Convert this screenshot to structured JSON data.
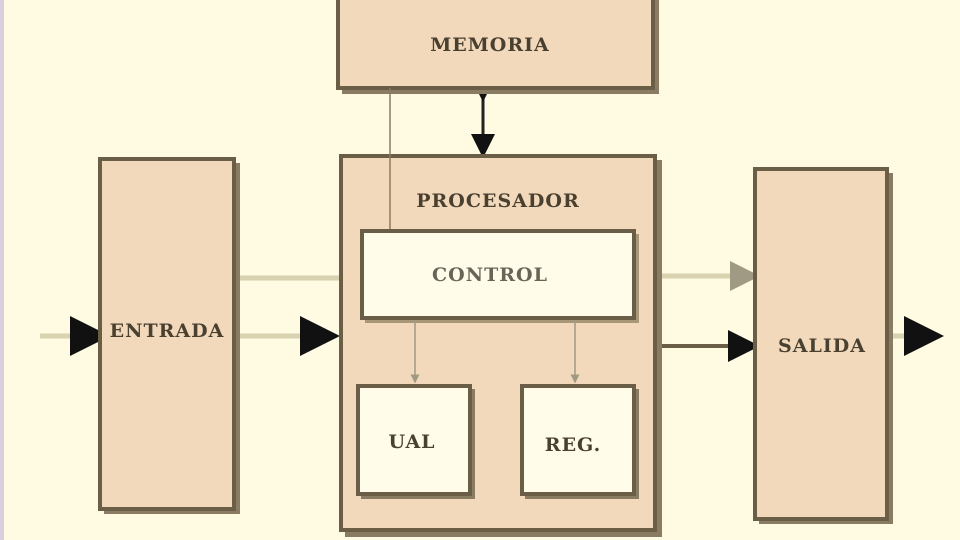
{
  "diagram": {
    "memory": "MEMORIA",
    "processor": "PROCESADOR",
    "control": "CONTROL",
    "alu": "UAL",
    "registers": "REG.",
    "input": "ENTRADA",
    "output": "SALIDA"
  },
  "colors": {
    "background": "#fffbe2",
    "block_fill": "#f2d9bc",
    "inner_fill": "#fffcea",
    "border": "#6b5e47",
    "shadow": "#8a7c62",
    "line_light": "#d9d2b0",
    "line_dark": "#6b5e47"
  }
}
